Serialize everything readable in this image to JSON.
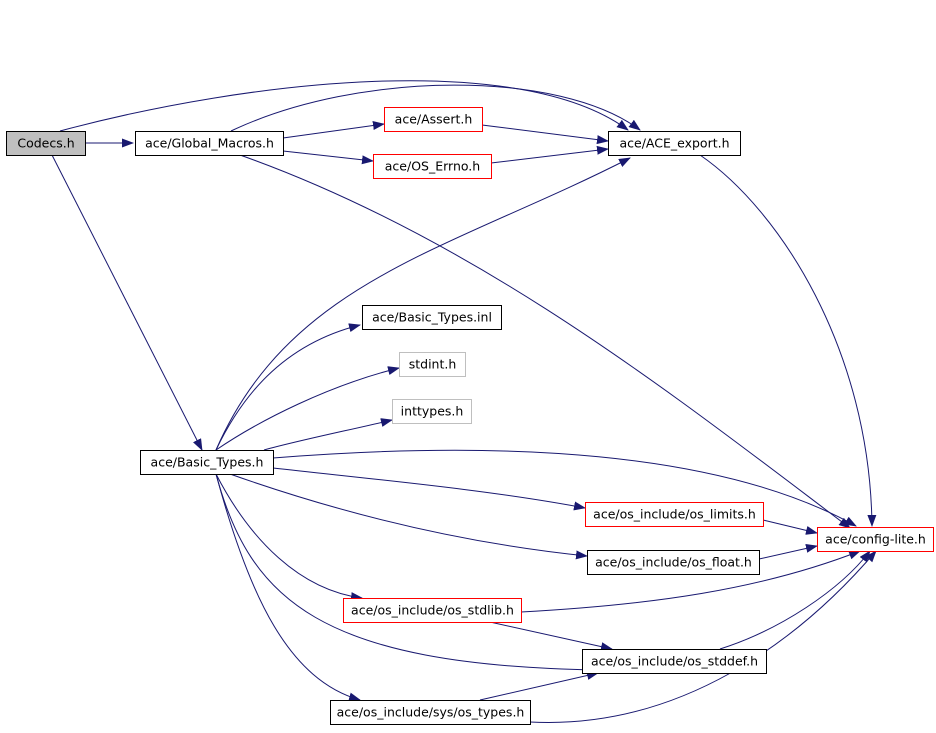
{
  "graph": {
    "type": "include-dependency-graph",
    "root": "Codecs.h",
    "colors": {
      "edge": "#191970",
      "root_fill": "#bfbfbf",
      "normal_border": "#000000",
      "truncated_border": "#ff0000",
      "external_border": "#bfbfbf",
      "background": "#ffffff"
    },
    "nodes": [
      {
        "id": "codecs",
        "label": "Codecs.h",
        "kind": "root"
      },
      {
        "id": "global",
        "label": "ace/Global_Macros.h",
        "kind": "normal"
      },
      {
        "id": "assert",
        "label": "ace/Assert.h",
        "kind": "truncated"
      },
      {
        "id": "oserrno",
        "label": "ace/OS_Errno.h",
        "kind": "truncated"
      },
      {
        "id": "export",
        "label": "ace/ACE_export.h",
        "kind": "normal"
      },
      {
        "id": "basicinl",
        "label": "ace/Basic_Types.inl",
        "kind": "normal"
      },
      {
        "id": "stdint",
        "label": "stdint.h",
        "kind": "external"
      },
      {
        "id": "inttypes",
        "label": "inttypes.h",
        "kind": "external"
      },
      {
        "id": "basic",
        "label": "ace/Basic_Types.h",
        "kind": "normal"
      },
      {
        "id": "limits",
        "label": "ace/os_include/os_limits.h",
        "kind": "truncated"
      },
      {
        "id": "config",
        "label": "ace/config-lite.h",
        "kind": "truncated"
      },
      {
        "id": "float",
        "label": "ace/os_include/os_float.h",
        "kind": "normal"
      },
      {
        "id": "stdlib",
        "label": "ace/os_include/os_stdlib.h",
        "kind": "truncated"
      },
      {
        "id": "stddef",
        "label": "ace/os_include/os_stddef.h",
        "kind": "normal"
      },
      {
        "id": "systypes",
        "label": "ace/os_include/sys/os_types.h",
        "kind": "normal"
      }
    ],
    "edges": [
      {
        "from": "codecs",
        "to": "global"
      },
      {
        "from": "codecs",
        "to": "export"
      },
      {
        "from": "codecs",
        "to": "basic"
      },
      {
        "from": "global",
        "to": "assert"
      },
      {
        "from": "global",
        "to": "oserrno"
      },
      {
        "from": "global",
        "to": "export"
      },
      {
        "from": "global",
        "to": "config"
      },
      {
        "from": "assert",
        "to": "export"
      },
      {
        "from": "oserrno",
        "to": "export"
      },
      {
        "from": "export",
        "to": "config"
      },
      {
        "from": "basic",
        "to": "export"
      },
      {
        "from": "basic",
        "to": "basicinl"
      },
      {
        "from": "basic",
        "to": "stdint"
      },
      {
        "from": "basic",
        "to": "inttypes"
      },
      {
        "from": "basic",
        "to": "config"
      },
      {
        "from": "basic",
        "to": "limits"
      },
      {
        "from": "basic",
        "to": "float"
      },
      {
        "from": "basic",
        "to": "stdlib"
      },
      {
        "from": "basic",
        "to": "stddef"
      },
      {
        "from": "basic",
        "to": "systypes"
      },
      {
        "from": "limits",
        "to": "config"
      },
      {
        "from": "float",
        "to": "config"
      },
      {
        "from": "stdlib",
        "to": "config"
      },
      {
        "from": "stdlib",
        "to": "stddef"
      },
      {
        "from": "stddef",
        "to": "config"
      },
      {
        "from": "systypes",
        "to": "stddef"
      },
      {
        "from": "systypes",
        "to": "config"
      }
    ]
  }
}
